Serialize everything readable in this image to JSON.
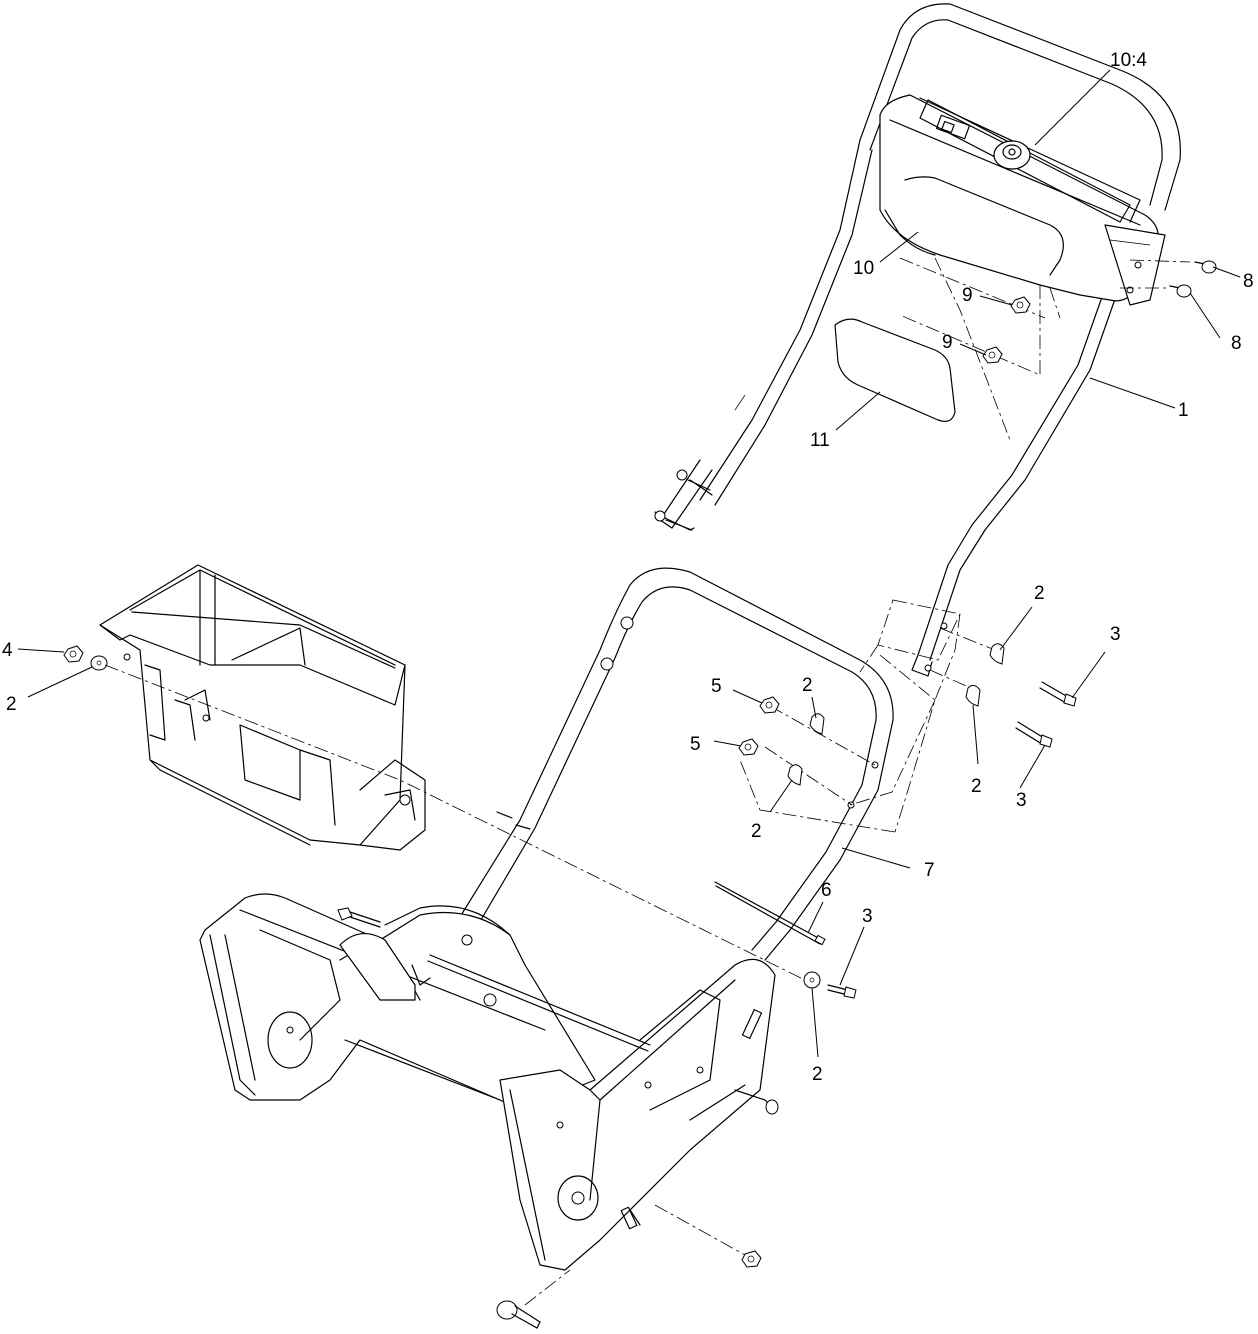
{
  "diagram": {
    "callouts": {
      "c_10_4": "10:4",
      "c_8a": "8",
      "c_8b": "8",
      "c_10": "10",
      "c_9a": "9",
      "c_9b": "9",
      "c_11": "11",
      "c_1": "1",
      "c_2a": "2",
      "c_3a": "3",
      "c_4": "4",
      "c_2b": "2",
      "c_5a": "5",
      "c_2c": "2",
      "c_5b": "5",
      "c_2d": "2",
      "c_2e": "2",
      "c_3b": "3",
      "c_7": "7",
      "c_6": "6",
      "c_3c": "3",
      "c_2f": "2"
    },
    "colors": {
      "line": "#000000",
      "background": "#ffffff"
    }
  }
}
